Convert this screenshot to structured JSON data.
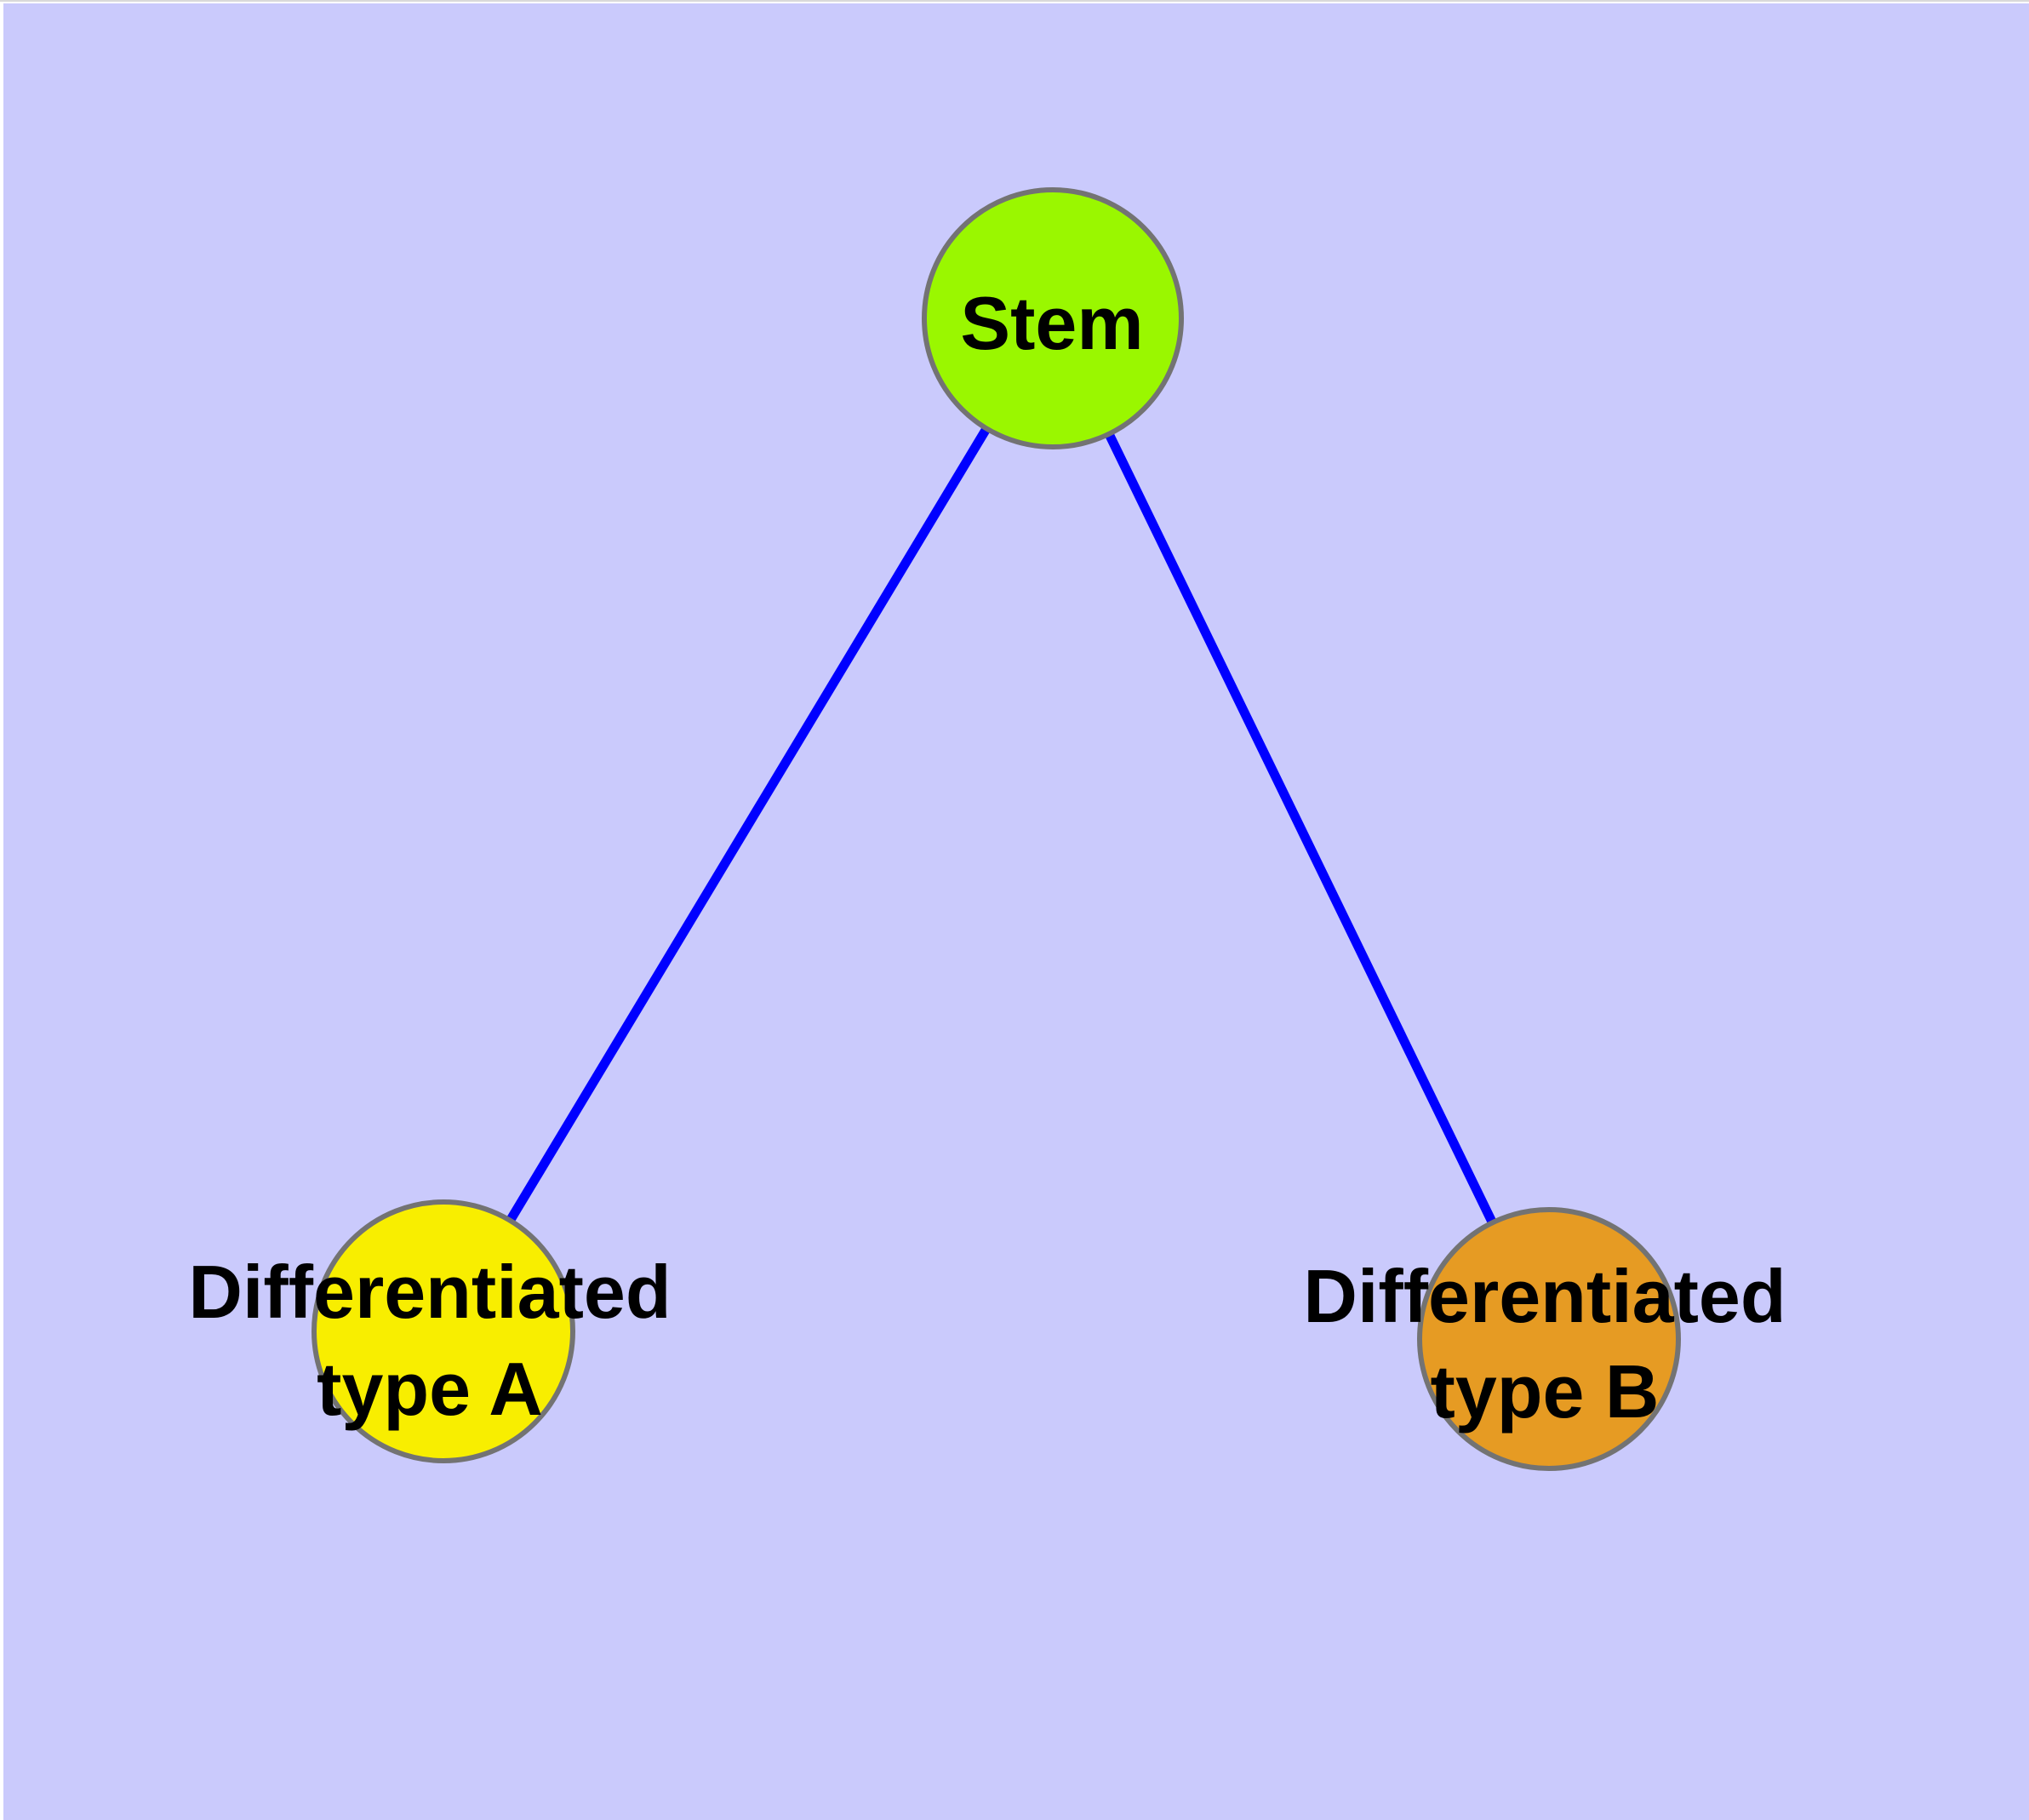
{
  "diagram": {
    "page_margin_color": "#FFFFFF",
    "top_hairline_color": "#D9D9D9",
    "background_color": "#CACAFC",
    "text_color": "#000000",
    "node_border_color": "#737373",
    "edge_color": "#0000FF",
    "nodes": {
      "stem": {
        "label": "Stem",
        "fill_color": "#9AF700"
      },
      "type_a": {
        "label_lines": [
          "Differentiated",
          "type A"
        ],
        "fill_color": "#F8EE00"
      },
      "type_b": {
        "label_lines": [
          "Differentiated",
          "type B"
        ],
        "fill_color": "#E69B23"
      }
    },
    "edges": [
      {
        "from": "Stem",
        "to": "Differentiated type A"
      },
      {
        "from": "Stem",
        "to": "Differentiated type B"
      }
    ]
  }
}
